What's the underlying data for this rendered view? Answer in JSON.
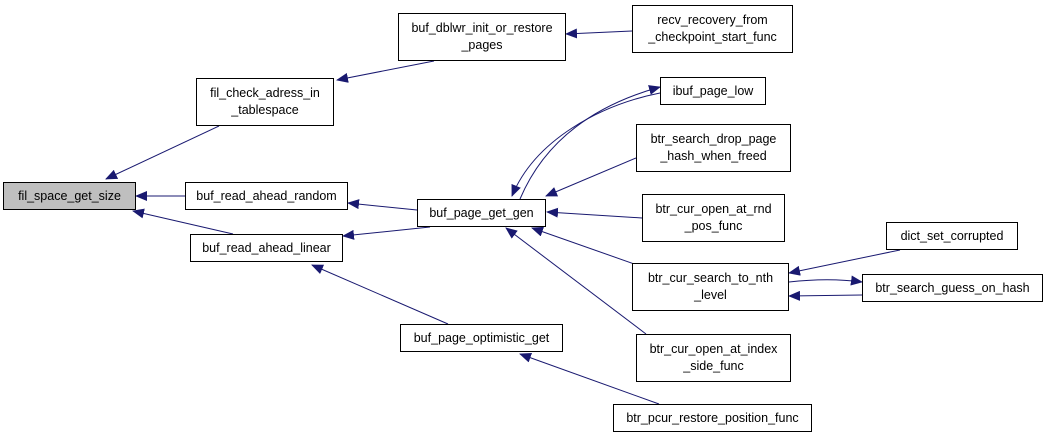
{
  "colors": {
    "edge": "#191970",
    "node_border": "#000000",
    "node_fill": "#ffffff",
    "root_fill": "#bfbfbf"
  },
  "nodes": {
    "n0": {
      "label": "fil_space_get_size"
    },
    "n1": {
      "label": "fil_check_adress_in\n_tablespace"
    },
    "n2": {
      "label": "buf_dblwr_init_or_restore\n_pages"
    },
    "n3": {
      "label": "recv_recovery_from\n_checkpoint_start_func"
    },
    "n4": {
      "label": "buf_read_ahead_random"
    },
    "n5": {
      "label": "buf_page_get_gen"
    },
    "n6": {
      "label": "ibuf_page_low"
    },
    "n7": {
      "label": "btr_search_drop_page\n_hash_when_freed"
    },
    "n8": {
      "label": "btr_cur_open_at_rnd\n_pos_func"
    },
    "n9": {
      "label": "btr_cur_search_to_nth\n_level"
    },
    "n10": {
      "label": "dict_set_corrupted"
    },
    "n11": {
      "label": "btr_search_guess_on_hash"
    },
    "n12": {
      "label": "btr_cur_open_at_index\n_side_func"
    },
    "n13": {
      "label": "buf_read_ahead_linear"
    },
    "n14": {
      "label": "buf_page_optimistic_get"
    },
    "n15": {
      "label": "btr_pcur_restore_position_func"
    }
  }
}
